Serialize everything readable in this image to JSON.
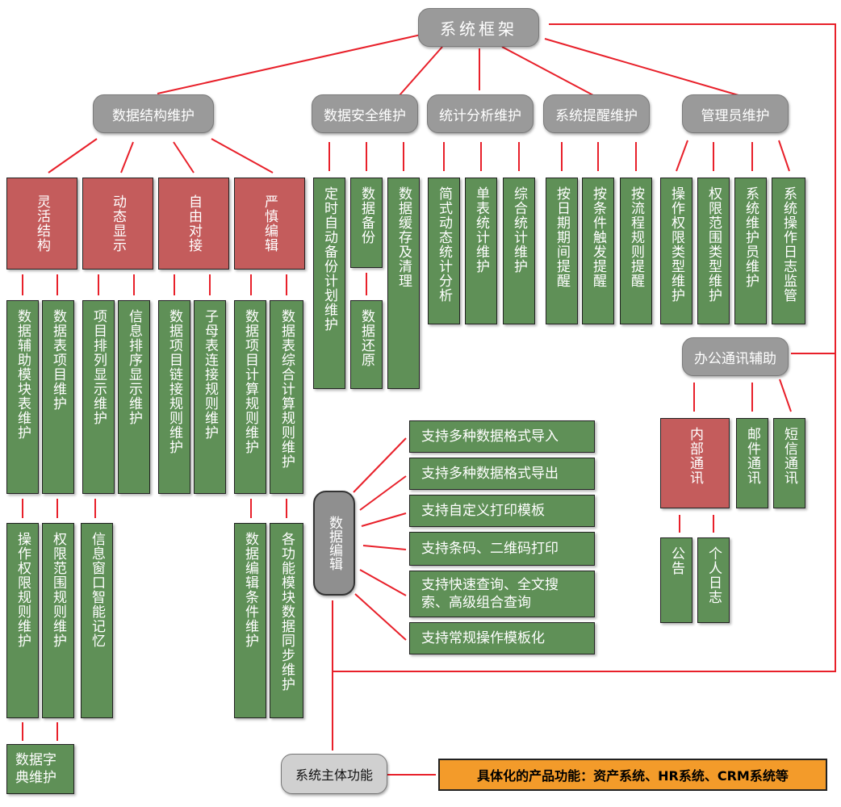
{
  "root": "系统框架",
  "branches": {
    "data_structure": "数据结构维护",
    "data_security": "数据安全维护",
    "stats": "统计分析维护",
    "reminder": "系统提醒维护",
    "admin": "管理员维护",
    "office_comm": "办公通讯辅助",
    "main_function": "系统主体功能"
  },
  "ds": {
    "flexible": "灵活结构",
    "dynamic": "动态显示",
    "free": "自由对接",
    "strict": "严慎编辑",
    "aux_table": "数据辅助模块表维护",
    "table_item": "数据表项目维护",
    "item_order": "项目排列显示维护",
    "info_order": "信息排序显示维护",
    "item_link": "数据项目链接规则维护",
    "sub_table": "子母表连接规则维护",
    "item_calc": "数据项目计算规则维护",
    "table_calc": "数据表综合计算规则维护",
    "op_perm": "操作权限规则维护",
    "perm_range": "权限范围规则维护",
    "win_memory": "信息窗口智能记忆",
    "edit_cond": "数据编辑条件维护",
    "module_sync": "各功能模块数据同步维护",
    "dictionary": "数据字典维护"
  },
  "sec": {
    "auto_backup": "定时自动备份计划维护",
    "backup": "数据备份",
    "cache": "数据缓存及清理",
    "restore": "数据还原"
  },
  "st": {
    "simple": "简式动态统计分析",
    "single": "单表统计维护",
    "combined": "综合统计维护"
  },
  "rm": {
    "by_date": "按日期期间提醒",
    "by_cond": "按条件触发提醒",
    "by_flow": "按流程规则提醒"
  },
  "ad": {
    "perm_type": "操作权限类型维护",
    "range_type": "权限范围类型维护",
    "maintainer": "系统维护员维护",
    "log": "系统操作日志监管"
  },
  "oc": {
    "internal": "内部通讯",
    "mail": "邮件通讯",
    "sms": "短信通讯",
    "notice": "公告",
    "diary": "个人日志"
  },
  "edit": {
    "center": "数据编辑",
    "items": [
      "支持多种数据格式导入",
      "支持多种数据格式导出",
      "支持自定义打印模板",
      "支持条码、二维码打印",
      "支持快速查询、全文搜索、高级组合查询",
      "支持常规操作模板化"
    ]
  },
  "product": "具体化的产品功能：资产系统、HR系统、CRM系统等",
  "colors": {
    "connector": "#e8202a",
    "green": "#5f9057",
    "red": "#c45c5c",
    "gray": "#9a9a9a",
    "orange": "#f39b2a"
  }
}
